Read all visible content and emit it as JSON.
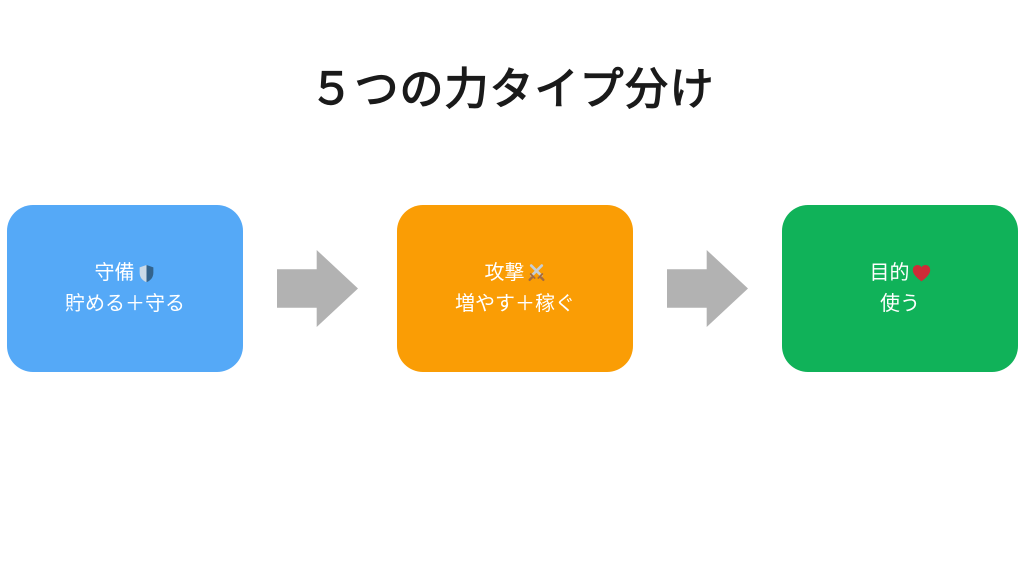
{
  "title": "５つの力タイプ分け",
  "colors": {
    "background": "#FFFFFF",
    "title_text": "#1A1A1A",
    "box_text": "#FFFFFF",
    "arrow_gray": "#B2B2B2",
    "box_blue": "#55A9F7",
    "box_orange": "#FA9D05",
    "box_green": "#10B259"
  },
  "flow": {
    "boxes": [
      {
        "name": "defense",
        "color": "#55A9F7",
        "line1": "守備",
        "icon": "shield-icon",
        "icon_glyph": "🛡",
        "line2": "貯める＋守る"
      },
      {
        "name": "attack",
        "color": "#FA9D05",
        "line1": "攻撃",
        "icon": "crossed-swords-icon",
        "icon_glyph": "⚔",
        "line2": "増やす＋稼ぐ"
      },
      {
        "name": "purpose",
        "color": "#10B259",
        "line1": "目的",
        "icon": "heart-icon",
        "icon_glyph": "❤",
        "line2": "使う"
      }
    ],
    "arrow_count": 2
  }
}
